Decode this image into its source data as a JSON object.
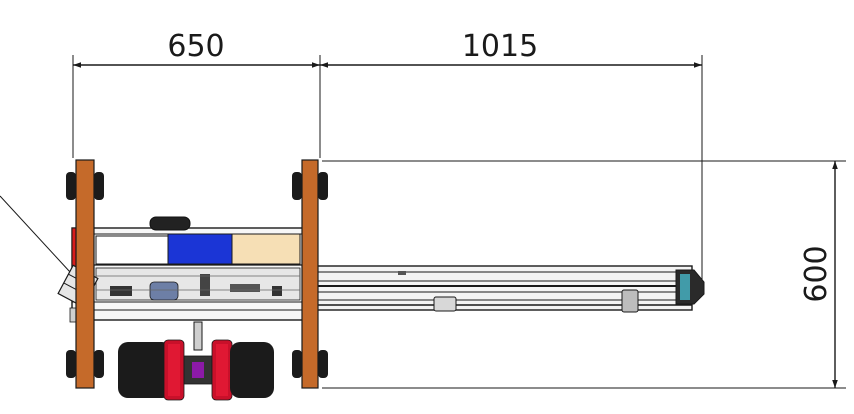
{
  "dimensions": {
    "width_left": "650",
    "width_right": "1015",
    "height": "600"
  },
  "colors": {
    "line": "#1a1a1a",
    "wheel_wood": "#c56a2a",
    "wheel_dark": "#1b1b1b",
    "red_part": "#d81c1c",
    "blue_part": "#1b35d6",
    "beige_part": "#f6dfb5",
    "green_part": "#7bb63a",
    "roller_red": "#c9102a",
    "roller_hub": "#8c1aa8"
  }
}
